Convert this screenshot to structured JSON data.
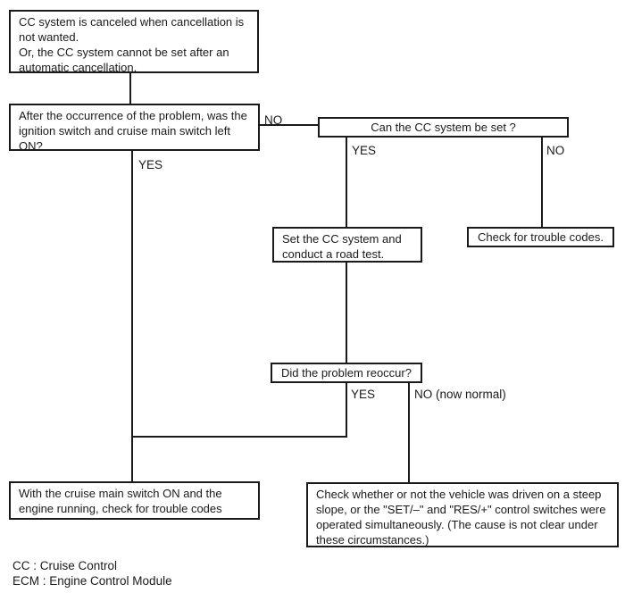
{
  "flowchart": {
    "boxes": {
      "start": "CC system is canceled when cancellation is not wanted.\nOr, the CC system cannot be set after an automatic cancellation.",
      "ignition_question": "After the occurrence of the problem, was the ignition switch and cruise main switch left ON?",
      "can_set_question": "Can the CC system be set ?",
      "road_test": "Set the CC system and conduct a road test.",
      "check_codes": "Check for trouble codes.",
      "reoccur_question": "Did the problem reoccur?",
      "main_switch_check": "With the cruise main switch ON and the engine running, check for trouble codes",
      "steep_slope_check": "Check whether or not the vehicle was driven on a steep slope, or the \"SET/–\" and \"RES/+\" control switches were operated simultaneously. (The cause is not clear under these circumstances.)"
    },
    "labels": {
      "no_ignition": "NO",
      "yes_ignition": "YES",
      "yes_can_set": "YES",
      "no_can_set": "NO",
      "yes_reoccur": "YES",
      "no_reoccur": "NO (now normal)"
    },
    "legend": "CC : Cruise Control\nECM : Engine Control Module",
    "colors": {
      "line": "#1a1a1a",
      "background": "#ffffff"
    }
  }
}
